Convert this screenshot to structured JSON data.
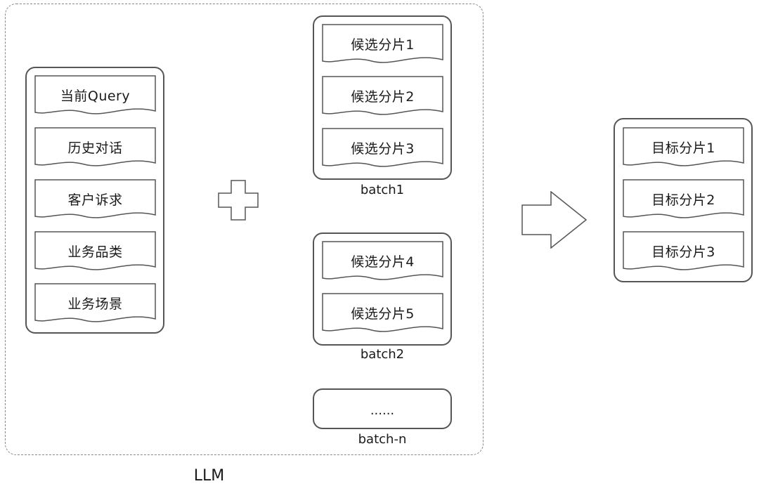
{
  "context": {
    "items": [
      "当前Query",
      "历史对话",
      "客户诉求",
      "业务品类",
      "业务场景"
    ]
  },
  "batches": [
    {
      "label": "batch1",
      "items": [
        "候选分片1",
        "候选分片2",
        "候选分片3"
      ]
    },
    {
      "label": "batch2",
      "items": [
        "候选分片4",
        "候选分片5"
      ]
    },
    {
      "label": "batch-n",
      "placeholder": "......"
    }
  ],
  "output": {
    "items": [
      "目标分片1",
      "目标分片2",
      "目标分片3"
    ]
  },
  "llm_label": "LLM",
  "icons": {
    "plus": "plus-icon",
    "arrow": "right-arrow-icon"
  }
}
